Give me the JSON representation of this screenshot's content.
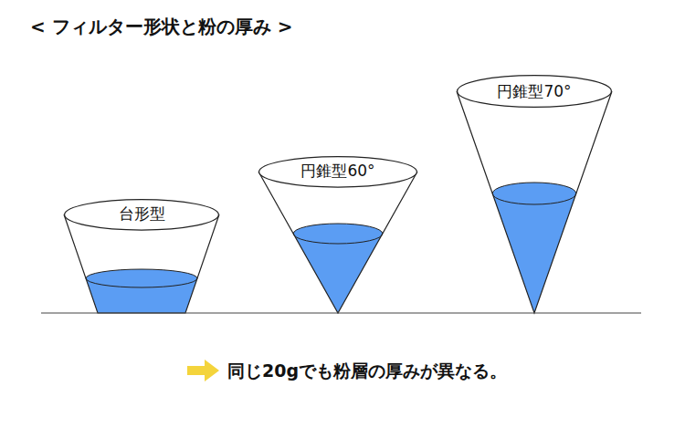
{
  "diagram": {
    "title": "< フィルター形状と粉の厚み >",
    "caption": "同じ20gでも粉層の厚みが異なる。",
    "nodes": [
      {
        "text": [
          "台形型"
        ]
      },
      {
        "text": [
          "円錐型60°"
        ]
      },
      {
        "text": [
          "円錐型70°"
        ]
      }
    ]
  }
}
